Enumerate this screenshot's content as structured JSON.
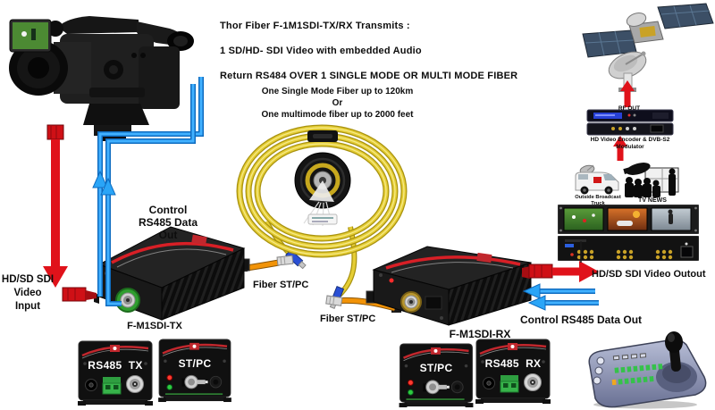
{
  "header": {
    "line1": "Thor Fiber F-1M1SDI-TX/RX Transmits :",
    "line2": "1 SD/HD- SDI Video with embedded  Audio",
    "line3": "Return RS484   OVER 1 SINGLE MODE OR MULTI MODE FIBER"
  },
  "fiber_note": "One Single Mode Fiber up to 120km\nOr\nOne multimode fiber up to 2000 feet",
  "tx": {
    "control_label": "Control\nRS485 Data\nOut",
    "video_input_label": "HD/SD SDI\nVideo\nInput",
    "unit_label": "F-M1SDI-TX",
    "fiber_label": "Fiber ST/PC"
  },
  "rx": {
    "fiber_label": "Fiber ST/PC",
    "unit_label": "F-M1SDI-RX",
    "video_output_label": "HD/SD SDI Video Outout",
    "control_label": "Control RS485 Data Out"
  },
  "uplink": {
    "rf_out_label": "RF OUT",
    "encoder_label": "HD Video Encoder & DVB-S2\nModulator",
    "truck_label": "Outside Broadcast\nTruck",
    "tv_news_label": "TV NEWS"
  },
  "panels": [
    {
      "label": "RS485  TX"
    },
    {
      "label": "ST/PC"
    },
    {
      "label": "ST/PC"
    },
    {
      "label": "RS485  RX"
    }
  ],
  "colors": {
    "sdi_red": "#e0121a",
    "rs485_blue": "#2aa5f7",
    "fiber_yellow": "#e5cd35",
    "fiber_orange": "#f29307"
  }
}
